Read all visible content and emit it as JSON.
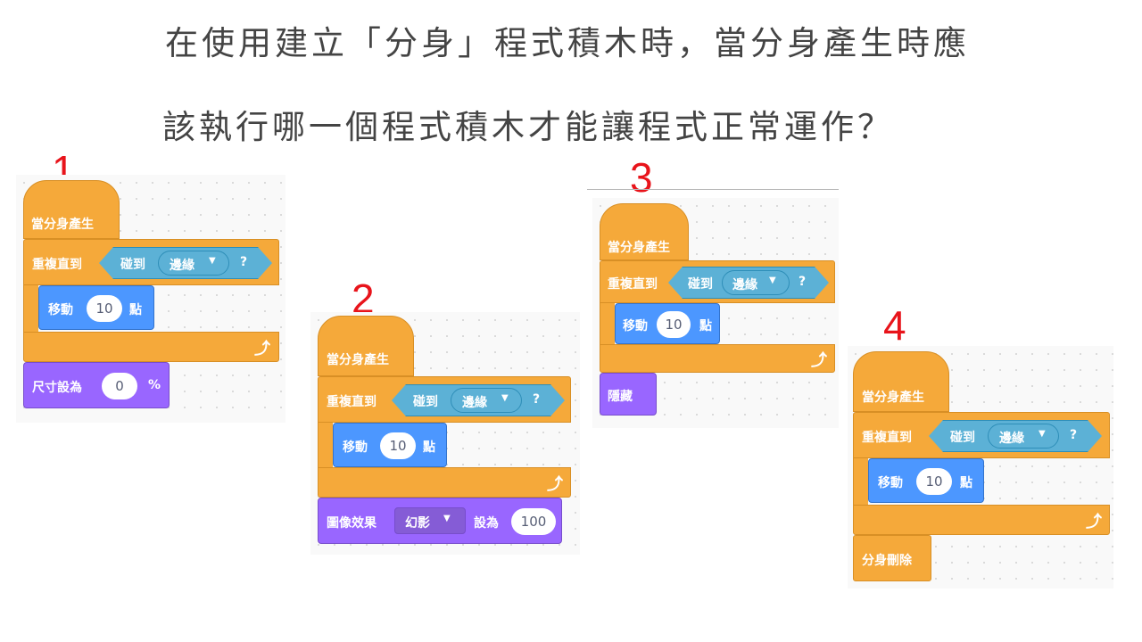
{
  "question": {
    "line1": "在使用建立「分身」程式積木時，當分身產生時應",
    "line2": "該執行哪一個程式積木才能讓程式正常運作？"
  },
  "options": [
    {
      "number": "1",
      "hat": "當分身產生",
      "repeat": "重複直到",
      "sensing": "碰到",
      "sensing_menu": "邊緣",
      "q": "?",
      "move": "移動",
      "move_value": "10",
      "move_unit": "點",
      "final_label": "尺寸設為",
      "final_value": "0",
      "final_unit": "%"
    },
    {
      "number": "2",
      "hat": "當分身產生",
      "repeat": "重複直到",
      "sensing": "碰到",
      "sensing_menu": "邊緣",
      "q": "?",
      "move": "移動",
      "move_value": "10",
      "move_unit": "點",
      "final_label": "圖像效果",
      "final_menu": "幻影",
      "final_mid": "設為",
      "final_value": "100"
    },
    {
      "number": "3",
      "hat": "當分身產生",
      "repeat": "重複直到",
      "sensing": "碰到",
      "sensing_menu": "邊緣",
      "q": "?",
      "move": "移動",
      "move_value": "10",
      "move_unit": "點",
      "final_label": "隱藏"
    },
    {
      "number": "4",
      "hat": "當分身產生",
      "repeat": "重複直到",
      "sensing": "碰到",
      "sensing_menu": "邊緣",
      "q": "?",
      "move": "移動",
      "move_value": "10",
      "move_unit": "點",
      "final_label": "分身刪除"
    }
  ],
  "icons": {
    "dropdown": "triangle-down-icon",
    "loop": "loop-arrow-icon"
  },
  "colors": {
    "control": "#f5a93a",
    "motion": "#4c97ff",
    "looks": "#9966ff",
    "sensing": "#5cb1d6",
    "number_label": "#e8141b"
  }
}
